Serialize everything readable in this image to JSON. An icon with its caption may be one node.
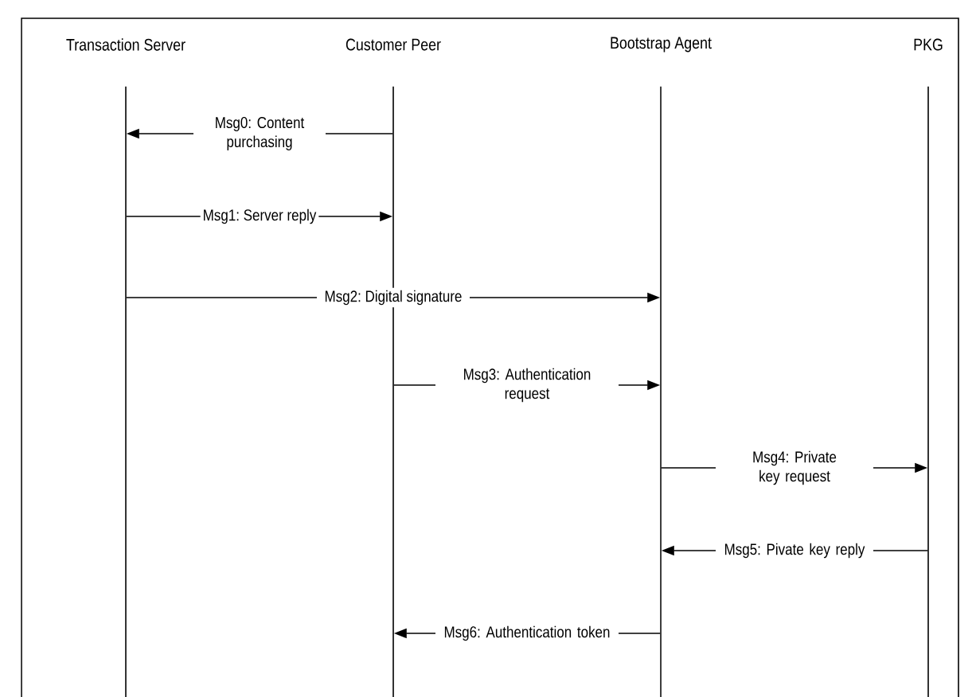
{
  "diagram": {
    "nodes": [
      {
        "text": [
          "Transaction Server"
        ]
      },
      {
        "text": [
          "Customer Peer"
        ]
      },
      {
        "text": [
          "Bootstrap Agent"
        ]
      },
      {
        "text": [
          "PKG"
        ]
      }
    ],
    "edges": [
      {
        "from": 1,
        "to": 0,
        "arrow": "to",
        "label": "Msg0: Content purchasing"
      },
      {
        "from": 0,
        "to": 1,
        "arrow": "to",
        "label": "Msg1: Server reply"
      },
      {
        "from": 0,
        "to": 2,
        "arrow": "to",
        "label": "Msg2: Digital signature"
      },
      {
        "from": 1,
        "to": 2,
        "arrow": "to",
        "label": "Msg3: Authentication request"
      },
      {
        "from": 2,
        "to": 3,
        "arrow": "to",
        "label": "Msg4: Private key request"
      },
      {
        "from": 3,
        "to": 2,
        "arrow": "to",
        "label": "Msg5: Pivate key reply"
      },
      {
        "from": 2,
        "to": 1,
        "arrow": "to",
        "label": "Msg6: Authentication token"
      }
    ]
  }
}
